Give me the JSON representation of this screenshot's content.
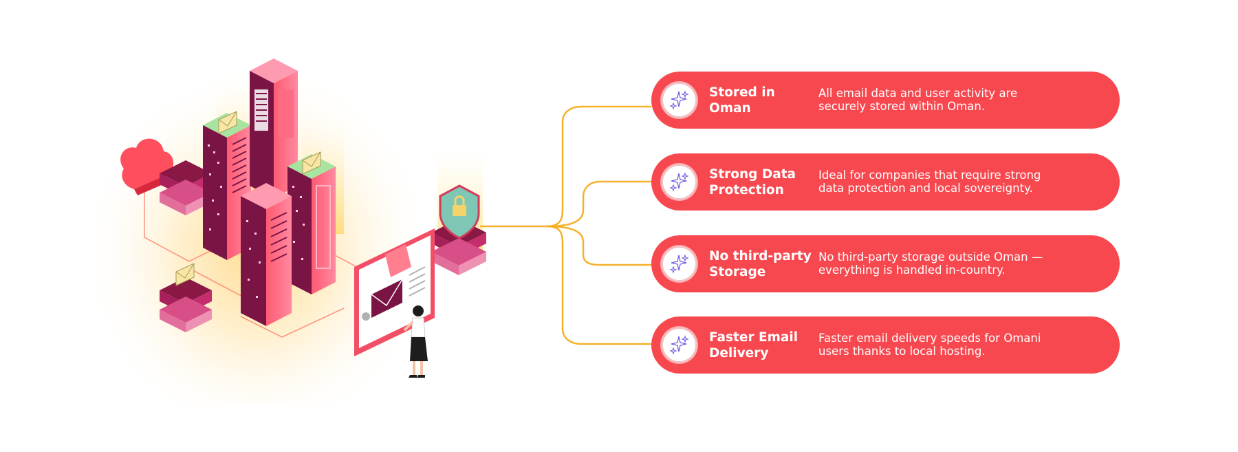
{
  "colors": {
    "card_background": "#f8484f",
    "connector": "#f6b12b",
    "card_text": "#ffffff",
    "icon_sparkle": "#6f5ce0"
  },
  "illustration": {
    "icons": [
      "cloud-icon",
      "server-tower-icon",
      "envelope-icon",
      "shield-lock-icon",
      "person-icon",
      "document-icon"
    ]
  },
  "features": [
    {
      "icon": "sparkles-icon",
      "title": "Stored in\nOman",
      "description": "All email data and user activity are\nsecurely stored within Oman."
    },
    {
      "icon": "sparkles-icon",
      "title": "Strong Data\nProtection",
      "description": "Ideal for companies that require strong\ndata protection and local sovereignty."
    },
    {
      "icon": "sparkles-icon",
      "title": "No third-party\nStorage",
      "description": "No third-party storage outside Oman —\neverything is handled in-country."
    },
    {
      "icon": "sparkles-icon",
      "title": "Faster Email\nDelivery",
      "description": "Faster email delivery speeds for Omani\nusers thanks to local hosting."
    }
  ]
}
